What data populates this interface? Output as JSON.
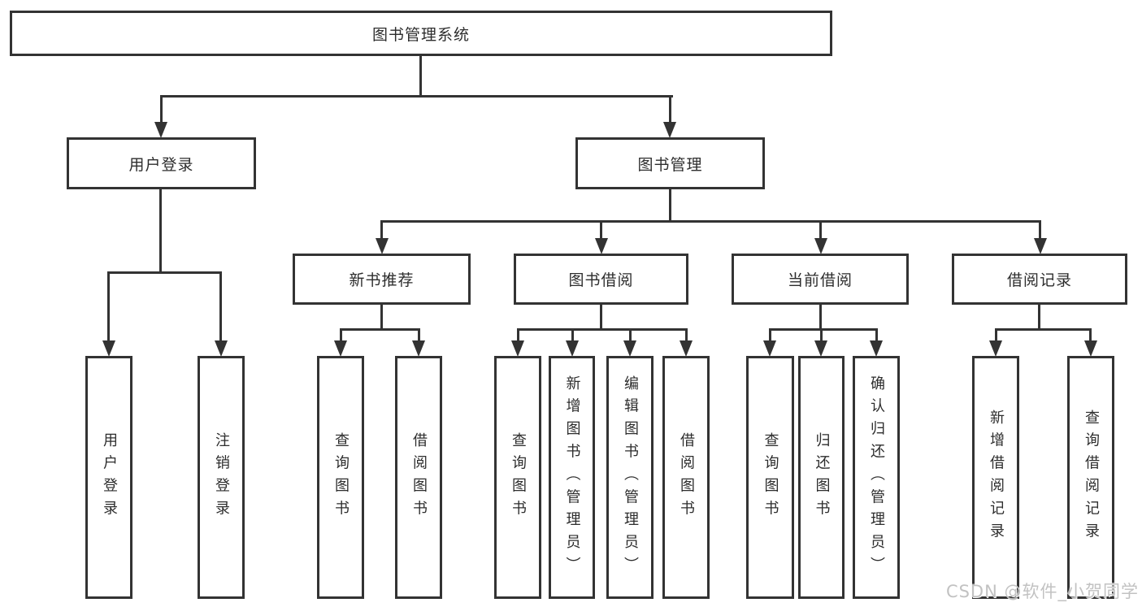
{
  "diagram": {
    "root": {
      "label": "图书管理系统"
    },
    "level2": [
      {
        "label": "用户登录"
      },
      {
        "label": "图书管理"
      }
    ],
    "level3": [
      {
        "label": "新书推荐"
      },
      {
        "label": "图书借阅"
      },
      {
        "label": "当前借阅"
      },
      {
        "label": "借阅记录"
      }
    ],
    "leaves": [
      {
        "label": "用户登录"
      },
      {
        "label": "注销登录"
      },
      {
        "label": "查询图书"
      },
      {
        "label": "借阅图书"
      },
      {
        "label": "查询图书"
      },
      {
        "label": "新增图书（管理员）"
      },
      {
        "label": "编辑图书（管理员）"
      },
      {
        "label": "借阅图书"
      },
      {
        "label": "查询图书"
      },
      {
        "label": "归还图书"
      },
      {
        "label": "确认归还（管理员）"
      },
      {
        "label": "新增借阅记录"
      },
      {
        "label": "查询借阅记录"
      }
    ],
    "colors": {
      "line": "#333333",
      "text": "#2d2d2d",
      "background": "#ffffff"
    }
  },
  "watermark": {
    "text": "CSDN @软件_小贺同学",
    "color": "#c2c2c2"
  }
}
